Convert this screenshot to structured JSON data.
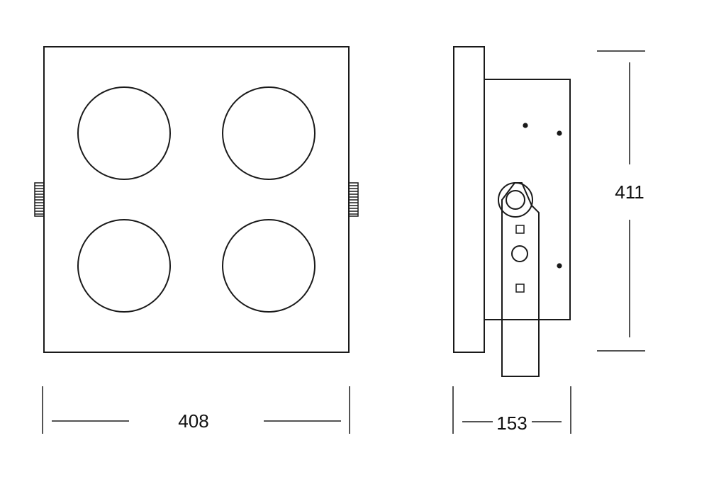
{
  "dimensions": {
    "width": "408",
    "depth": "153",
    "height": "411"
  }
}
